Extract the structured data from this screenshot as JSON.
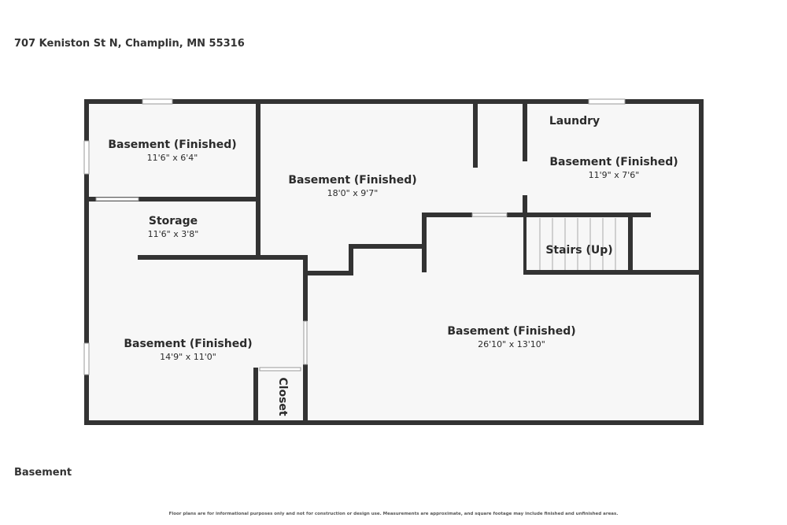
{
  "header": {
    "address": "707 Keniston St N, Champlin, MN 55316"
  },
  "floor": {
    "name": "Basement"
  },
  "rooms": [
    {
      "name": "Basement (Finished)",
      "dims": "11'6\" x 6'4\""
    },
    {
      "name": "Storage",
      "dims": "11'6\" x 3'8\""
    },
    {
      "name": "Basement (Finished)",
      "dims": "18'0\" x 9'7\""
    },
    {
      "name": "Laundry"
    },
    {
      "name": "Basement (Finished)",
      "dims": "11'9\" x 7'6\""
    },
    {
      "name": "Stairs (Up)"
    },
    {
      "name": "Basement (Finished)",
      "dims": "14'9\" x 11'0\""
    },
    {
      "name": "Basement (Finished)",
      "dims": "26'10\" x 13'10\""
    },
    {
      "name": "Closet"
    }
  ],
  "footer": {
    "disclaimer": "Floor plans are for informational purposes only and not for construction or design use. Measurements are approximate, and square footage may include finished and unfinished areas."
  }
}
